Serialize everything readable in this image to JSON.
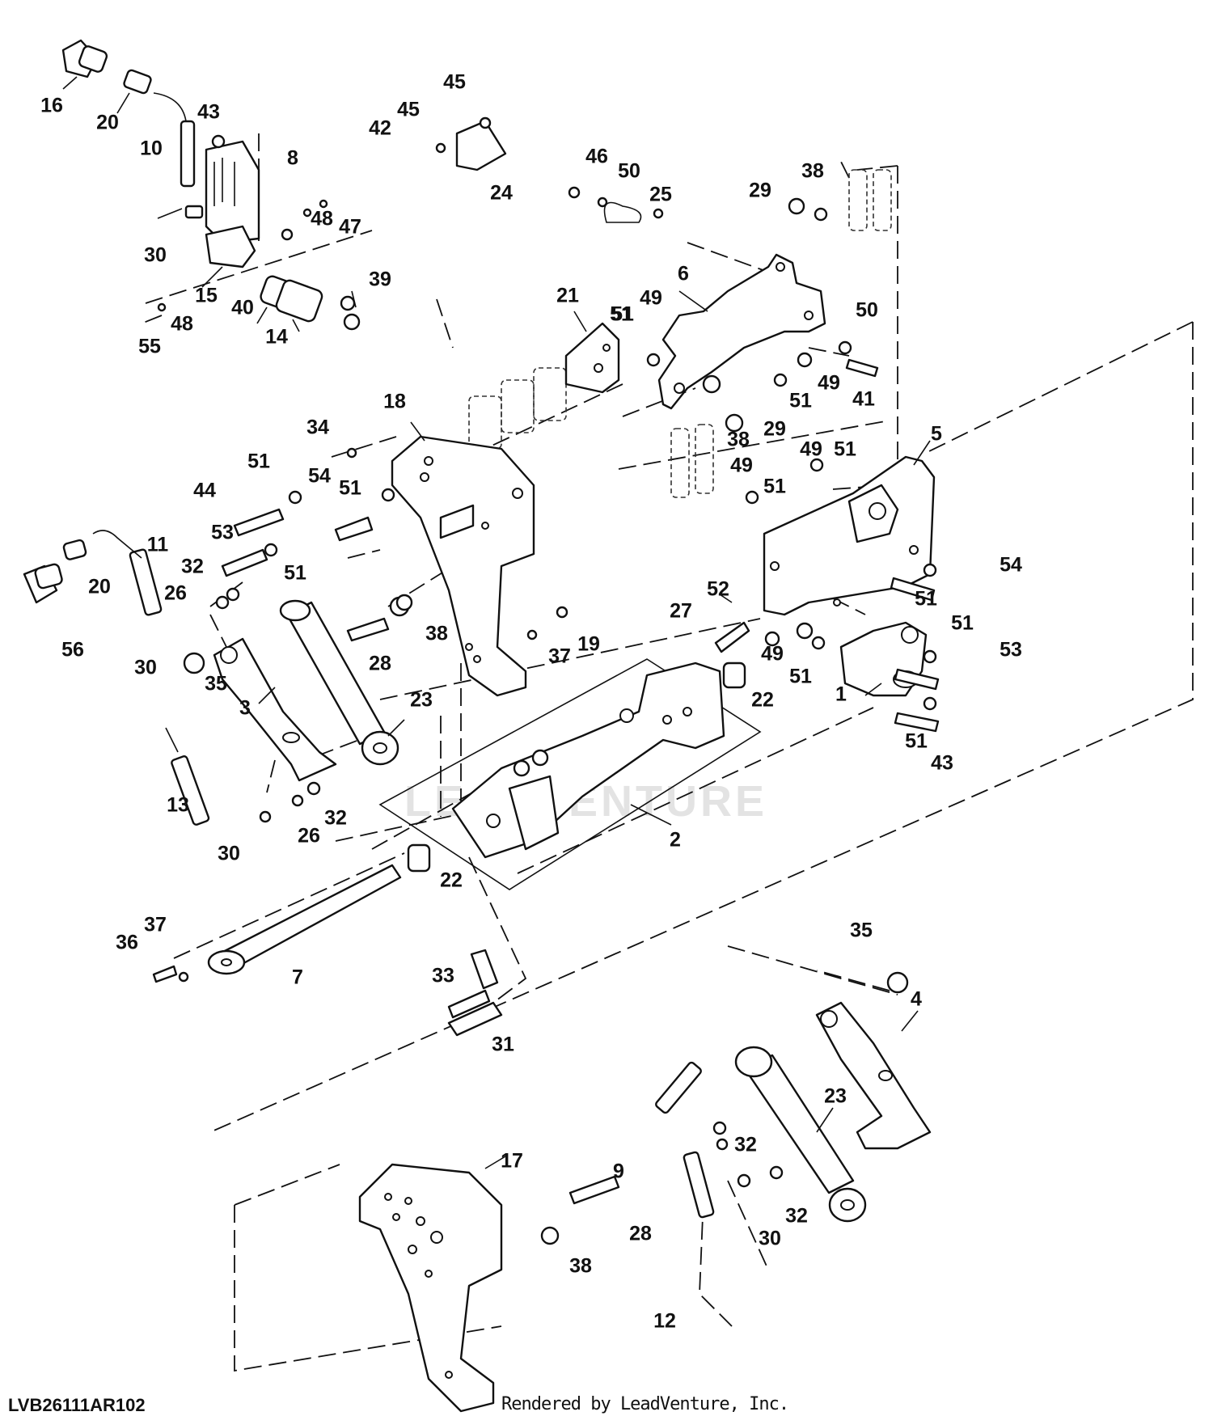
{
  "diagram_code": "LVB26111AR102",
  "credit": "Rendered by LeadVenture, Inc.",
  "watermark": "LEADVENTURE",
  "callouts": [
    {
      "id": "c1",
      "text": "1"
    },
    {
      "id": "c2",
      "text": "2"
    },
    {
      "id": "c3",
      "text": "3"
    },
    {
      "id": "c4",
      "text": "4"
    },
    {
      "id": "c5",
      "text": "5"
    },
    {
      "id": "c6",
      "text": "6"
    },
    {
      "id": "c7",
      "text": "7"
    },
    {
      "id": "c8",
      "text": "8"
    },
    {
      "id": "c9",
      "text": "9"
    },
    {
      "id": "c10",
      "text": "10"
    },
    {
      "id": "c11",
      "text": "11"
    },
    {
      "id": "c12",
      "text": "12"
    },
    {
      "id": "c13",
      "text": "13"
    },
    {
      "id": "c14",
      "text": "14"
    },
    {
      "id": "c15",
      "text": "15"
    },
    {
      "id": "c16",
      "text": "16"
    },
    {
      "id": "c17",
      "text": "17"
    },
    {
      "id": "c18",
      "text": "18"
    },
    {
      "id": "c19",
      "text": "19"
    },
    {
      "id": "c20a",
      "text": "20"
    },
    {
      "id": "c20b",
      "text": "20"
    },
    {
      "id": "c21",
      "text": "21"
    },
    {
      "id": "c22a",
      "text": "22"
    },
    {
      "id": "c22b",
      "text": "22"
    },
    {
      "id": "c23a",
      "text": "23"
    },
    {
      "id": "c23b",
      "text": "23"
    },
    {
      "id": "c24",
      "text": "24"
    },
    {
      "id": "c25",
      "text": "25"
    },
    {
      "id": "c26a",
      "text": "26"
    },
    {
      "id": "c26b",
      "text": "26"
    },
    {
      "id": "c27",
      "text": "27"
    },
    {
      "id": "c28a",
      "text": "28"
    },
    {
      "id": "c28b",
      "text": "28"
    },
    {
      "id": "c29a",
      "text": "29"
    },
    {
      "id": "c29b",
      "text": "29"
    },
    {
      "id": "c30a",
      "text": "30"
    },
    {
      "id": "c30b",
      "text": "30"
    },
    {
      "id": "c30c",
      "text": "30"
    },
    {
      "id": "c30d",
      "text": "30"
    },
    {
      "id": "c31",
      "text": "31"
    },
    {
      "id": "c32a",
      "text": "32"
    },
    {
      "id": "c32b",
      "text": "32"
    },
    {
      "id": "c32c",
      "text": "32"
    },
    {
      "id": "c32d",
      "text": "32"
    },
    {
      "id": "c33",
      "text": "33"
    },
    {
      "id": "c34",
      "text": "34"
    },
    {
      "id": "c35a",
      "text": "35"
    },
    {
      "id": "c35b",
      "text": "35"
    },
    {
      "id": "c36",
      "text": "36"
    },
    {
      "id": "c37a",
      "text": "37"
    },
    {
      "id": "c37b",
      "text": "37"
    },
    {
      "id": "c38a",
      "text": "38"
    },
    {
      "id": "c38b",
      "text": "38"
    },
    {
      "id": "c38c",
      "text": "38"
    },
    {
      "id": "c38d",
      "text": "38"
    },
    {
      "id": "c39",
      "text": "39"
    },
    {
      "id": "c40",
      "text": "40"
    },
    {
      "id": "c41",
      "text": "41"
    },
    {
      "id": "c42",
      "text": "42"
    },
    {
      "id": "c43a",
      "text": "43"
    },
    {
      "id": "c43b",
      "text": "43"
    },
    {
      "id": "c44",
      "text": "44"
    },
    {
      "id": "c45a",
      "text": "45"
    },
    {
      "id": "c45b",
      "text": "45"
    },
    {
      "id": "c46",
      "text": "46"
    },
    {
      "id": "c47",
      "text": "47"
    },
    {
      "id": "c48a",
      "text": "48"
    },
    {
      "id": "c48b",
      "text": "48"
    },
    {
      "id": "c49a",
      "text": "49"
    },
    {
      "id": "c49b",
      "text": "49"
    },
    {
      "id": "c49c",
      "text": "49"
    },
    {
      "id": "c49d",
      "text": "49"
    },
    {
      "id": "c49e",
      "text": "49"
    },
    {
      "id": "c50a",
      "text": "50"
    },
    {
      "id": "c50b",
      "text": "50"
    },
    {
      "id": "c51a",
      "text": "51"
    },
    {
      "id": "c51b",
      "text": "51"
    },
    {
      "id": "c51c",
      "text": "51"
    },
    {
      "id": "c51d",
      "text": "51"
    },
    {
      "id": "c51e",
      "text": "51"
    },
    {
      "id": "c51f",
      "text": "51"
    },
    {
      "id": "c51g",
      "text": "51"
    },
    {
      "id": "c51h",
      "text": "51"
    },
    {
      "id": "c51i",
      "text": "51"
    },
    {
      "id": "c51j",
      "text": "51"
    },
    {
      "id": "c51k",
      "text": "51"
    },
    {
      "id": "c51l",
      "text": "51"
    },
    {
      "id": "c52",
      "text": "52"
    },
    {
      "id": "c53a",
      "text": "53"
    },
    {
      "id": "c53b",
      "text": "53"
    },
    {
      "id": "c54a",
      "text": "54"
    },
    {
      "id": "c54b",
      "text": "54"
    },
    {
      "id": "c55",
      "text": "55"
    },
    {
      "id": "c56",
      "text": "56"
    }
  ]
}
